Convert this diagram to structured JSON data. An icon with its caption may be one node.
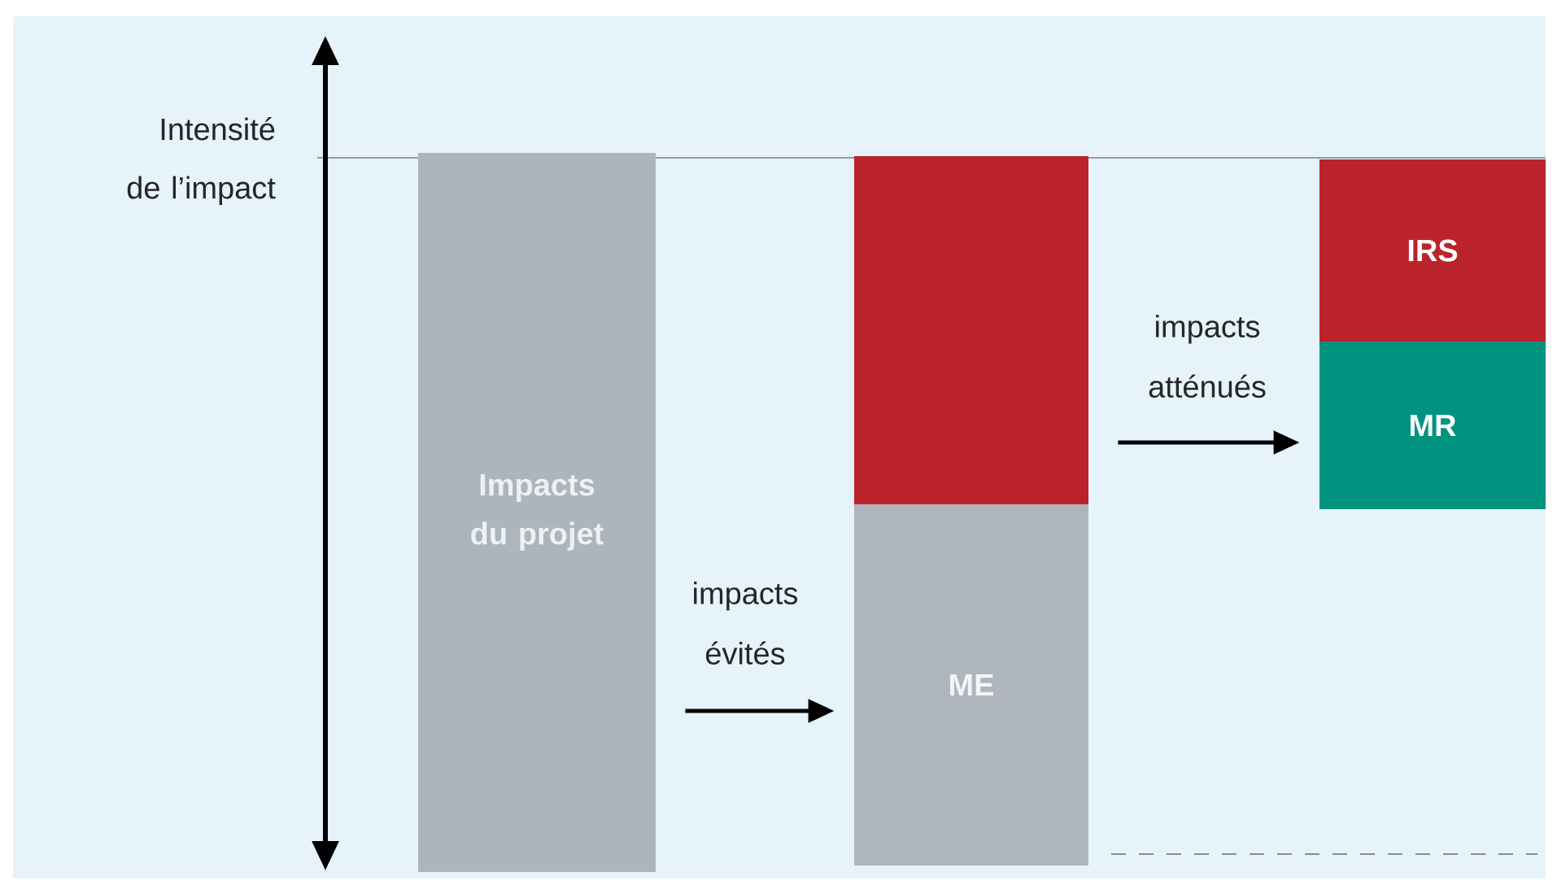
{
  "diagram": {
    "nodes": [
      {
        "text": [
          "Impacts du projet"
        ]
      },
      {
        "text": [],
        "shape": "box"
      },
      {
        "text": [
          "ME"
        ]
      },
      {
        "text": [
          "IRS"
        ]
      },
      {
        "text": [
          "MR"
        ]
      }
    ],
    "edges": [
      {
        "from": 0,
        "to": 2,
        "arrow": "to",
        "label": "impacts évités"
      },
      {
        "from": 1,
        "to": 4,
        "arrow": "to",
        "label": "impacts atténués"
      }
    ],
    "labels": [
      "Intensité de l’impact"
    ]
  }
}
